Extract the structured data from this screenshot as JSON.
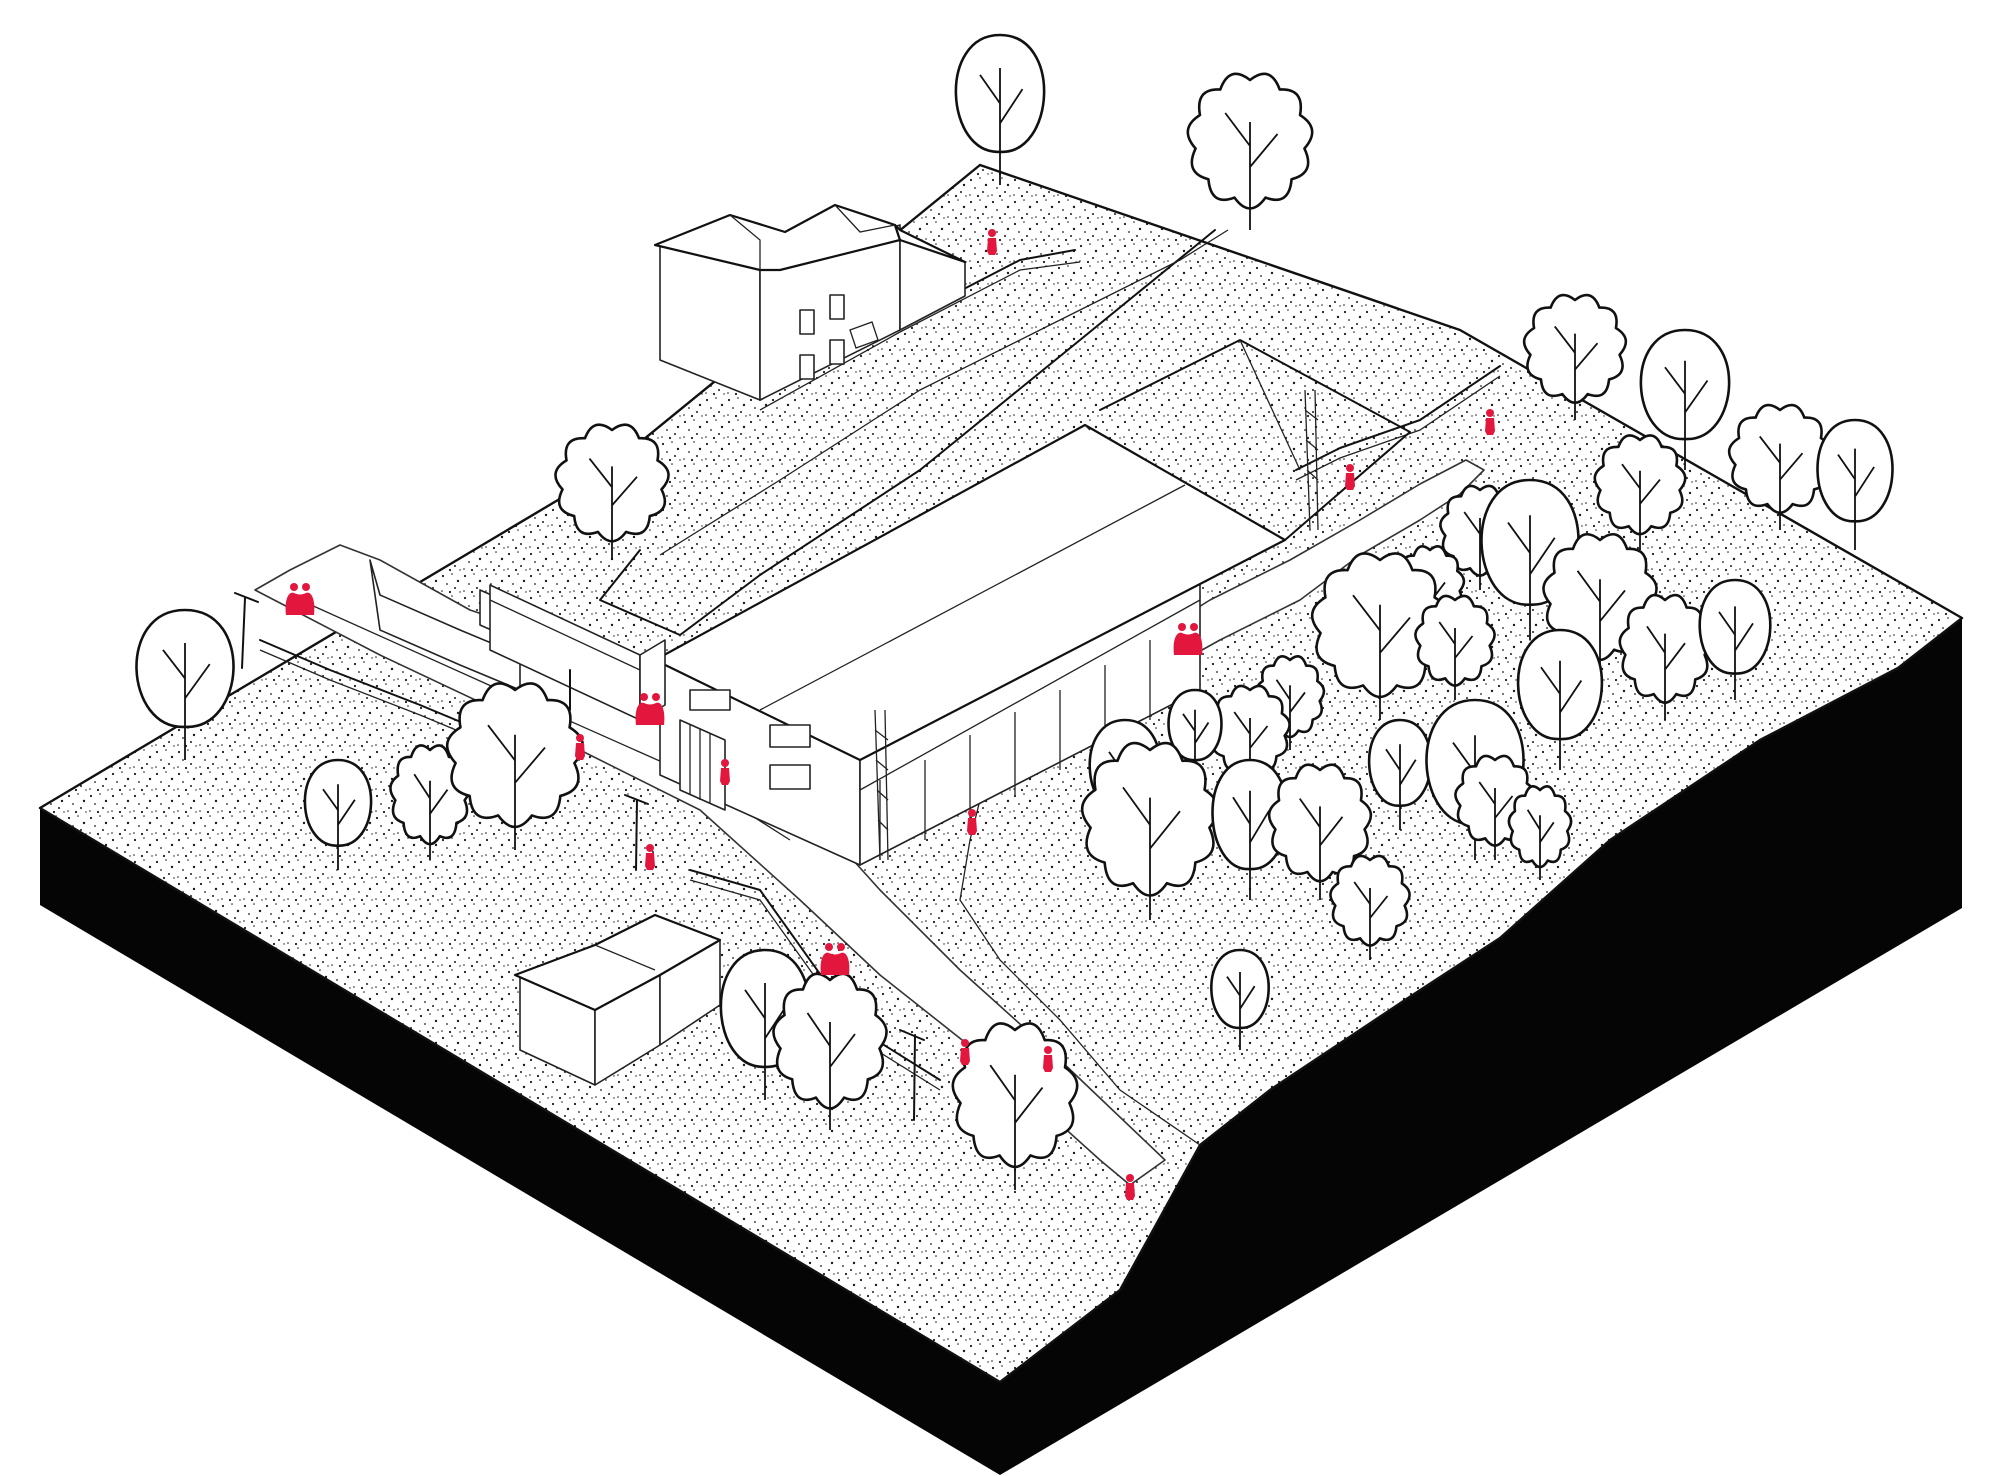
{
  "diagram": {
    "type": "isometric-site-axonometric",
    "colors": {
      "ground_fill": "#ffffff",
      "stipple": "#1a1a1a",
      "slab_side": "#050505",
      "linework": "#111111",
      "people_accent": "#e3173e"
    },
    "elements": {
      "buildings": [
        "warehouse",
        "two-storey-house",
        "small-shed",
        "garage"
      ],
      "roads": [
        "main-road",
        "branch-road"
      ],
      "tree_styles": [
        "oval-tree",
        "cloud-tree"
      ],
      "people_icon": "person-icon",
      "pair_icon": "couple-icon"
    }
  }
}
